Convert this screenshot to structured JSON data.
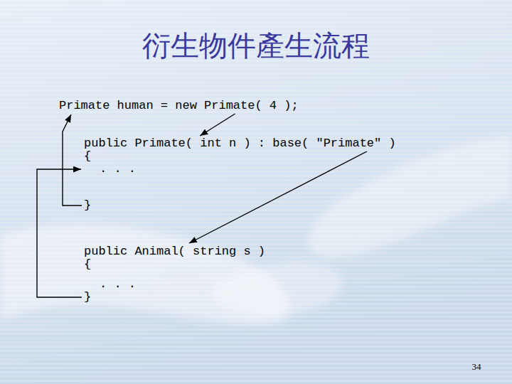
{
  "diagram": {
    "title": "衍生物件產生流程",
    "nodes": [
      {
        "text": [
          "Primate human = new Primate( 4 );"
        ]
      },
      {
        "text": [
          "public Primate( int n ) : base( \"Primate\" )",
          "{",
          ". . .",
          "}"
        ]
      },
      {
        "text": [
          "public Animal( string s )",
          "{",
          ". . .",
          "}"
        ]
      }
    ],
    "edges": [
      {
        "from": 0,
        "to": 1,
        "arrow": "to"
      },
      {
        "from": 1,
        "to": 2,
        "arrow": "to"
      },
      {
        "from": 2,
        "to": 1,
        "arrow": "to"
      },
      {
        "from": 1,
        "to": 0,
        "arrow": "to"
      }
    ],
    "labels": [
      "34"
    ]
  }
}
